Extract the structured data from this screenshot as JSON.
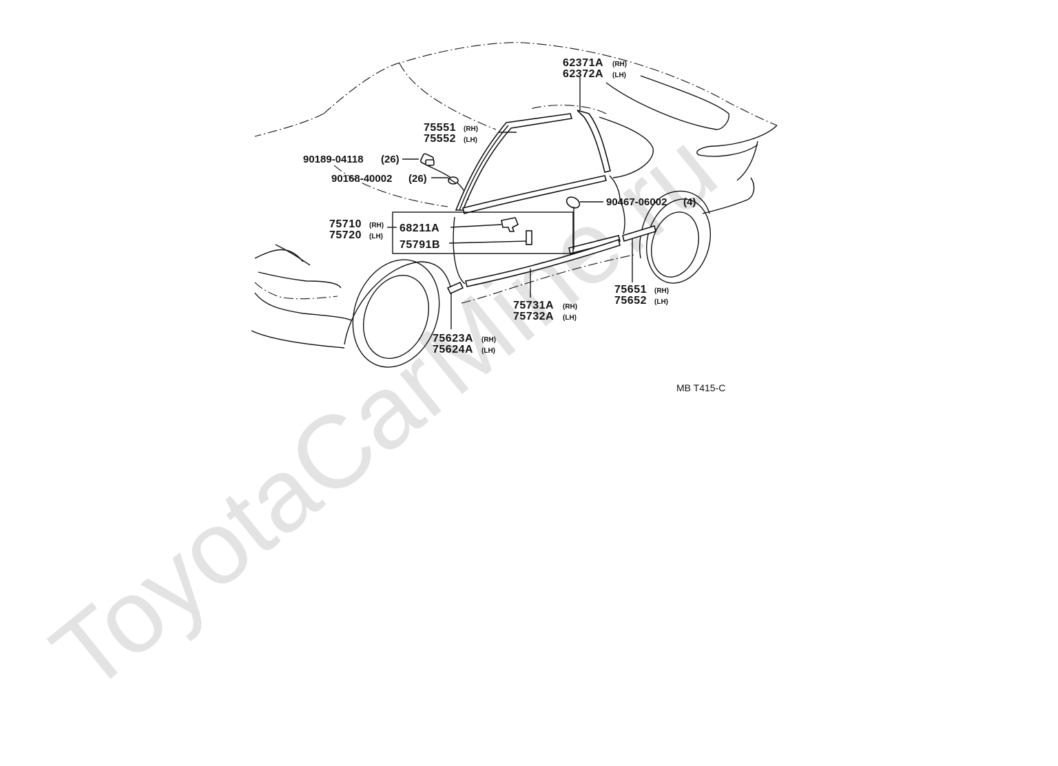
{
  "watermark": "ToyotaCarMine.ru",
  "diagram_ref": "MB T415-C",
  "parts": {
    "quarter_window_moulding": {
      "rh": "62371A",
      "rh_tag": "(RH)",
      "lh": "62372A",
      "lh_tag": "(LH)"
    },
    "windshield_moulding": {
      "rh": "75551",
      "rh_tag": "(RH)",
      "lh": "75552",
      "lh_tag": "(LH)"
    },
    "clip_a": {
      "number": "90189-04118",
      "qty": "(26)"
    },
    "clip_b": {
      "number": "90168-40002",
      "qty": "(26)"
    },
    "door_clip": {
      "number": "90467-06002",
      "qty": "(4)"
    },
    "door_moulding": {
      "rh": "75710",
      "rh_tag": "(RH)",
      "lh": "75720",
      "lh_tag": "(LH)"
    },
    "door_sub_a": {
      "number": "68211A"
    },
    "door_sub_b": {
      "number": "75791B"
    },
    "rear_side_moulding": {
      "rh": "75651",
      "rh_tag": "(RH)",
      "lh": "75652",
      "lh_tag": "(LH)"
    },
    "rocker_moulding": {
      "rh": "75731A",
      "rh_tag": "(RH)",
      "lh": "75732A",
      "lh_tag": "(LH)"
    },
    "front_fender_moulding": {
      "rh": "75623A",
      "rh_tag": "(RH)",
      "lh": "75624A",
      "lh_tag": "(LH)"
    }
  }
}
